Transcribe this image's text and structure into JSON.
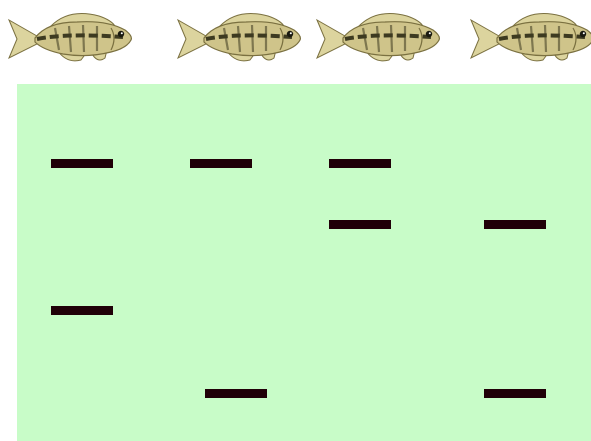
{
  "colors": {
    "background": "#ffffff",
    "gel": "#c8fcc8",
    "band": "#200008",
    "fish_body": "#cfc48a",
    "fish_fin": "#dcd49e",
    "fish_stripe": "#3d3a20",
    "fish_outline": "#7a7040"
  },
  "fish_icon": "cichlid-fish-icon",
  "lane_count": 4,
  "bands": [
    {
      "lane": 1,
      "migration": 0.22
    },
    {
      "lane": 2,
      "migration": 0.22
    },
    {
      "lane": 3,
      "migration": 0.22
    },
    {
      "lane": 3,
      "migration": 0.39
    },
    {
      "lane": 4,
      "migration": 0.39
    },
    {
      "lane": 1,
      "migration": 0.63
    },
    {
      "lane": 2,
      "migration": 0.86
    },
    {
      "lane": 4,
      "migration": 0.86
    }
  ]
}
